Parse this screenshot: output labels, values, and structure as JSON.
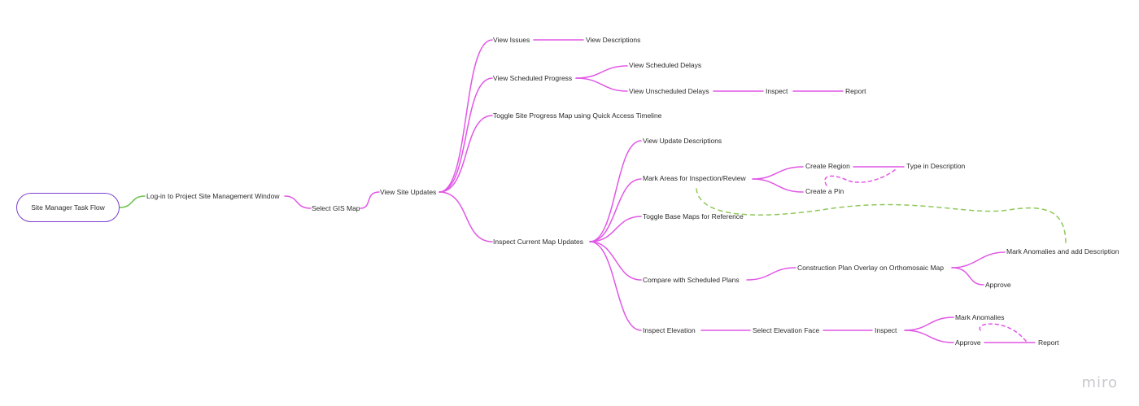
{
  "root": {
    "label": "Site Manager Task Flow"
  },
  "nodes": {
    "login": "Log-in to Project Site Management Window",
    "select_gis": "Select GIS Map",
    "view_site_updates": "View Site Updates",
    "view_issues": "View Issues",
    "view_descriptions": "View Descriptions",
    "view_sched_progress": "View Scheduled Progress",
    "view_sched_delays": "View Scheduled Delays",
    "view_unsched_delays": "View Unscheduled Delays",
    "inspect_1": "Inspect",
    "report_1": "Report",
    "toggle_progress": "Toggle Site Progress Map using Quick Access Timeline",
    "inspect_map_updates": "Inspect Current Map Updates",
    "view_update_desc": "View Update Descriptions",
    "mark_areas": "Mark Areas for Inspection/Review",
    "create_region": "Create Region",
    "type_description": "Type in Description",
    "create_pin": "Create a Pin",
    "toggle_base_maps": "Toggle Base Maps for Reference",
    "compare_plans": "Compare with Scheduled Plans",
    "construction_overlay": "Construction Plan Overlay on Orthomosaic Map",
    "mark_anomalies_desc": "Mark Anomalies and add Description",
    "approve_1": "Approve",
    "inspect_elevation": "Inspect Elevation",
    "select_elev_face": "Select Elevation Face",
    "inspect_2": "Inspect",
    "mark_anomalies": "Mark Anomalies",
    "approve_2": "Approve",
    "report_2": "Report"
  },
  "brand": {
    "logo_text": "miro"
  },
  "colors": {
    "branch": "#e157e6",
    "first_branch": "#6bc24a",
    "dashed_link": "#8fc85a",
    "root_border": "#7b3fd0",
    "logo": "#c7c9cf"
  }
}
